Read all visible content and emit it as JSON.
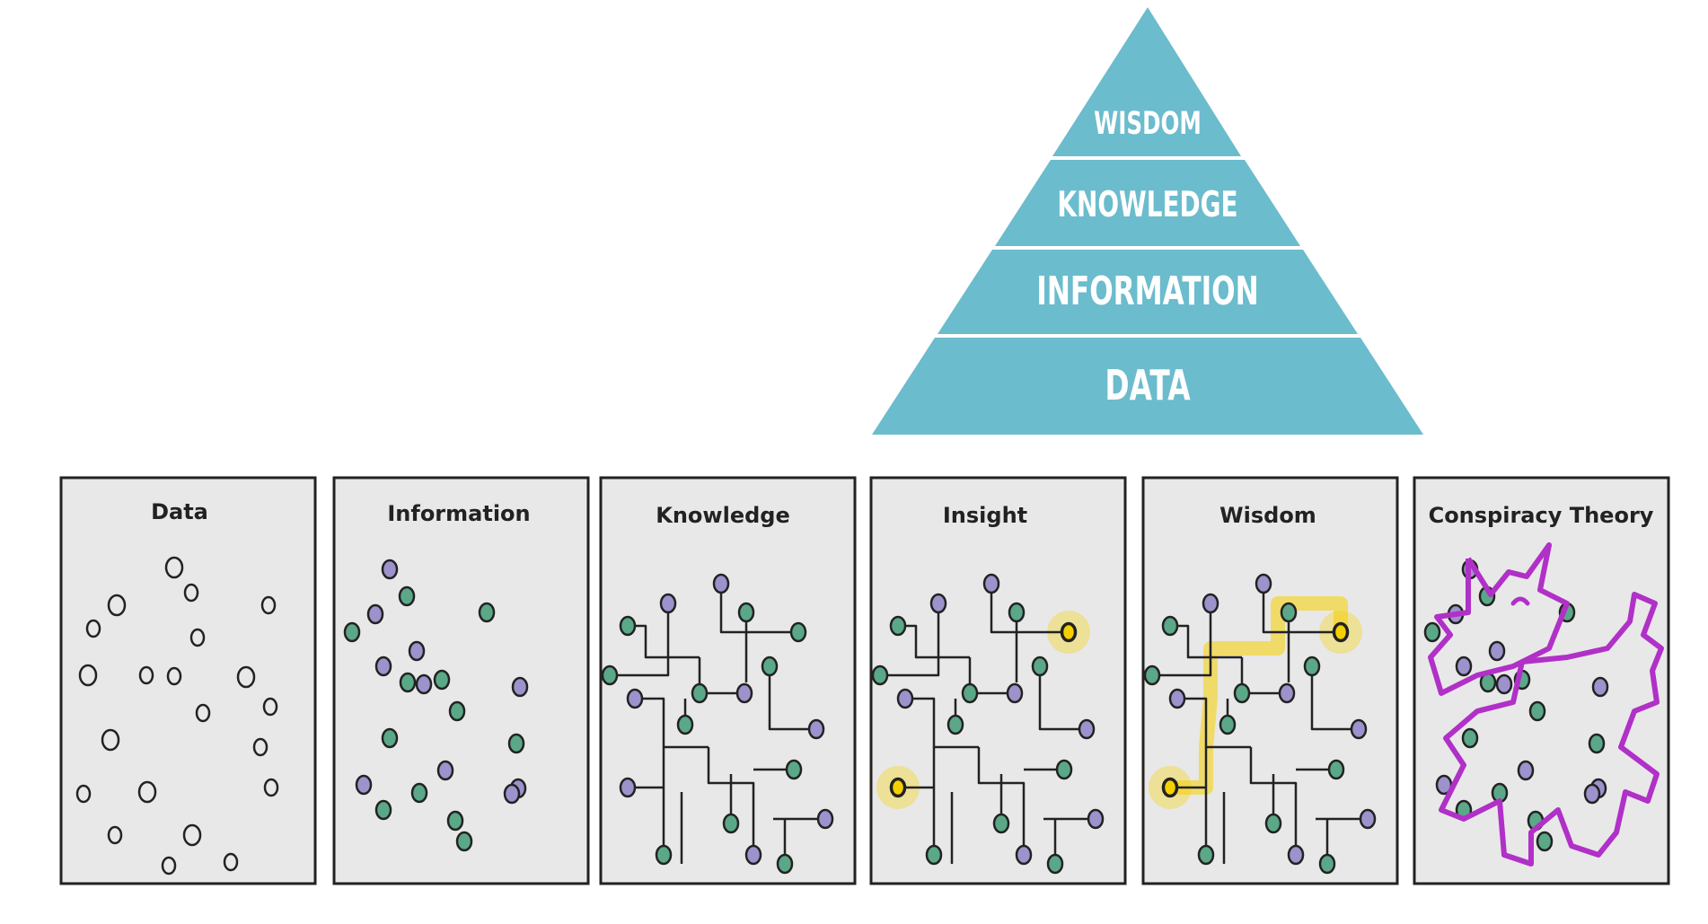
{
  "pyramid": {
    "color": "#6bbccd",
    "text_color": "#ffffff",
    "levels": [
      "WISDOM",
      "KNOWLEDGE",
      "INFORMATION",
      "DATA"
    ]
  },
  "comic": {
    "panels": [
      {
        "title": "Data",
        "stage": "data"
      },
      {
        "title": "Information",
        "stage": "information"
      },
      {
        "title": "Knowledge",
        "stage": "knowledge"
      },
      {
        "title": "Insight",
        "stage": "insight"
      },
      {
        "title": "Wisdom",
        "stage": "wisdom"
      },
      {
        "title": "Conspiracy Theory",
        "stage": "conspiracy"
      }
    ],
    "colors": {
      "panel_fill": "#e8e8e8",
      "ink": "#222222",
      "node_green": "#5aa888",
      "node_purple": "#9d92cc",
      "highlight": "#f5d000",
      "conspiracy": "#b030c8"
    }
  }
}
